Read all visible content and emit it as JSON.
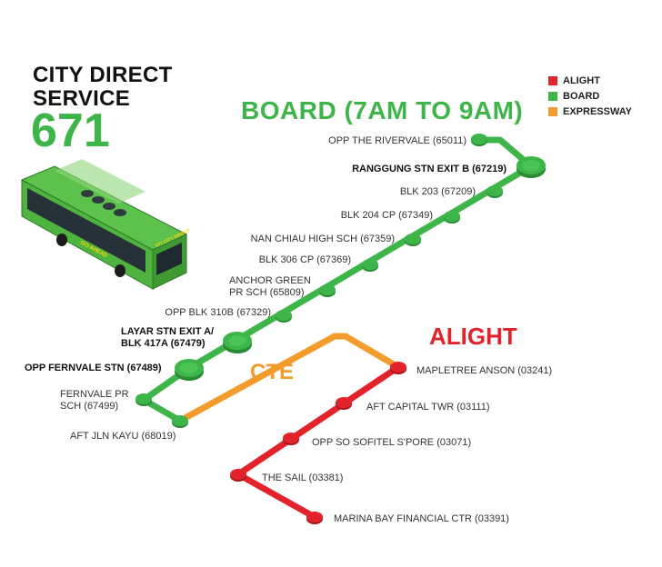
{
  "header": {
    "title_line1": "CITY DIRECT",
    "title_line2": "SERVICE",
    "route_number": "671"
  },
  "section_labels": {
    "board": "BOARD (7AM TO 9AM)",
    "alight": "ALIGHT",
    "expressway": "CTE"
  },
  "legend": [
    {
      "label": "ALIGHT",
      "color": "#e3232b"
    },
    {
      "label": "BOARD",
      "color": "#3db549"
    },
    {
      "label": "EXPRESSWAY",
      "color": "#f39b2b"
    }
  ],
  "bus": {
    "brand": "GO-AHEAD",
    "side_text": "671 CITY DIRECT"
  },
  "board_stops": [
    {
      "name": "OPP THE RIVERVALE (65011)",
      "major": false
    },
    {
      "name": "RANGGUNG STN EXIT B (67219)",
      "major": true
    },
    {
      "name": "BLK 203 (67209)",
      "major": false
    },
    {
      "name": "BLK 204 CP (67349)",
      "major": false
    },
    {
      "name": "NAN CHIAU HIGH SCH (67359)",
      "major": false
    },
    {
      "name": "BLK 306 CP (67369)",
      "major": false
    },
    {
      "name": "ANCHOR GREEN PR SCH (65809)",
      "line1": "ANCHOR GREEN",
      "line2": "PR SCH (65809)",
      "major": false
    },
    {
      "name": "OPP BLK 310B (67329)",
      "major": false
    },
    {
      "name": "LAYAR STN EXIT A/ BLK 417A (67479)",
      "line1": "LAYAR STN EXIT A/",
      "line2": "BLK 417A (67479)",
      "major": true
    },
    {
      "name": "OPP FERNVALE STN (67489)",
      "major": true
    },
    {
      "name": "FERNVALE PR SCH (67499)",
      "line1": "FERNVALE PR",
      "line2": "SCH (67499)",
      "major": false
    },
    {
      "name": "AFT JLN KAYU (68019)",
      "major": false
    }
  ],
  "alight_stops": [
    {
      "name": "MAPLETREE ANSON (03241)"
    },
    {
      "name": "AFT CAPITAL TWR (03111)"
    },
    {
      "name": "OPP SO SOFITEL S'PORE (03071)"
    },
    {
      "name": "THE SAIL (03381)"
    },
    {
      "name": "MARINA BAY FINANCIAL CTR (03391)"
    }
  ],
  "colors": {
    "board": "#3db549",
    "board_dark": "#2a8a36",
    "alight": "#e3232b",
    "alight_dark": "#a8141b",
    "expressway": "#f39b2b"
  }
}
